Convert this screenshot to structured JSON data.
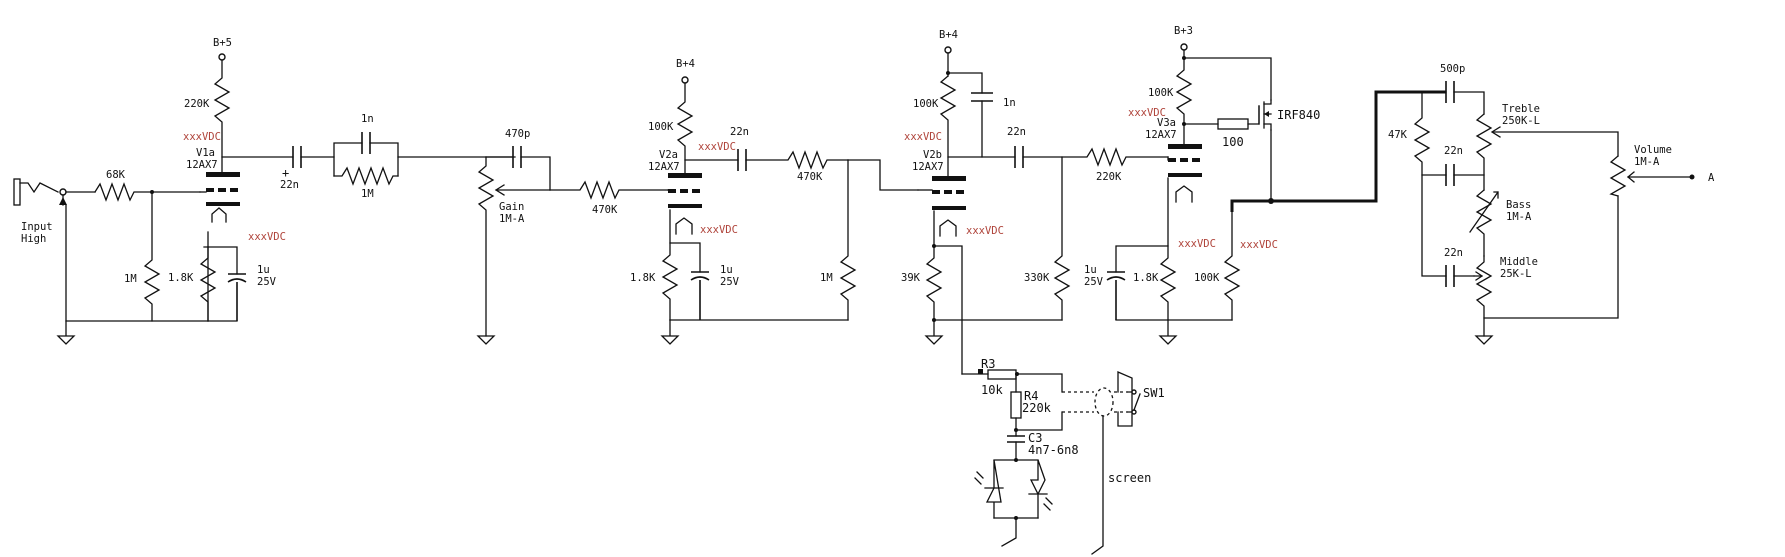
{
  "labels": {
    "b5": "B+5",
    "b4a": "B+4",
    "b4b": "B+4",
    "b3": "B+3",
    "r220k_v1": "220K",
    "vdc_v1a_plate": "xxxVDC",
    "v1a_name": "V1a",
    "v1a_type": "12AX7",
    "c22n_a": "22n",
    "c1n_a": "1n",
    "r1m_a": "1M",
    "c470p": "470p",
    "gain_name": "Gain",
    "gain_val": "1M-A",
    "r68k": "68K",
    "input_1": "Input",
    "input_2": "High",
    "r1m_grid": "1M",
    "r1k8_a": "1.8K",
    "c1u_a": "1u",
    "c25v_a": "25V",
    "vdc_v1a_cath": "xxxVDC",
    "r470k_a": "470K",
    "r100k_v2a": "100K",
    "v2a_name": "V2a",
    "v2a_type": "12AX7",
    "vdc_v2a_plate": "xxxVDC",
    "c22n_b": "22n",
    "r470k_b": "470K",
    "vdc_v2a_cath": "xxxVDC",
    "r1k8_b": "1.8K",
    "c1u_b": "1u",
    "c25v_b": "25V",
    "r1m_b": "1M",
    "r100k_v2b": "100K",
    "c1n_b": "1n",
    "v2b_name": "V2b",
    "v2b_type": "12AX7",
    "vdc_v2b_plate": "xxxVDC",
    "c22n_c": "22n",
    "r220k_b": "220K",
    "vdc_v2b_cath": "xxxVDC",
    "r39k": "39K",
    "r330k": "330K",
    "r100k_v3a": "100K",
    "vdc_v3a_plate": "xxxVDC",
    "v3a_name": "V3a",
    "v3a_type": "12AX7",
    "irf840": "IRF840",
    "r100": "100",
    "vdc_v3a_cath": "xxxVDC",
    "c1u_c": "1u",
    "c25v_c": "25V",
    "r1k8_c": "1.8K",
    "r100k_src": "100K",
    "vdc_src": "xxxVDC",
    "c500p": "500p",
    "r47k": "47K",
    "c22n_t": "22n",
    "treble_name": "Treble",
    "treble_val": "250K-L",
    "bass_name": "Bass",
    "bass_val": "1M-A",
    "c22n_m": "22n",
    "middle_name": "Middle",
    "middle_val": "25K-L",
    "volume_name": "Volume",
    "volume_val": "1M-A",
    "out_a": "A",
    "r3_name": "R3",
    "r3_val": "10k",
    "r4_name": "R4",
    "r4_val": "220k",
    "c3_name": "C3",
    "c3_val": "4n7-6n8",
    "sw1": "SW1",
    "screen": "screen"
  }
}
